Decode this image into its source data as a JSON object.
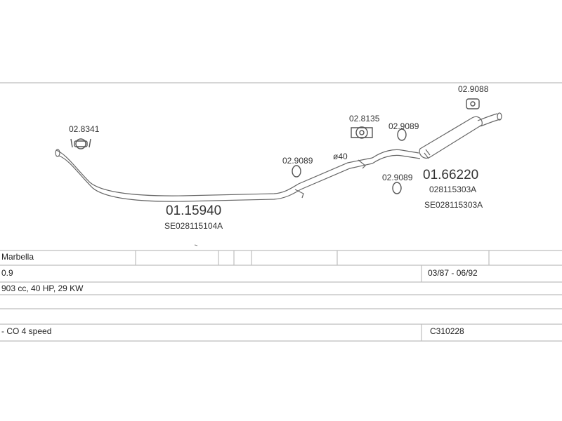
{
  "parts": {
    "front_pipe": {
      "number": "01.15940",
      "ref": "SE028115104A"
    },
    "rear_silencer": {
      "number": "01.66220",
      "ref1": "028115303A",
      "ref2": "SE028115303A"
    },
    "clamp_front": {
      "number": "02.8341"
    },
    "ring_a": {
      "number": "02.9089"
    },
    "diameter": {
      "label": "ø40"
    },
    "clamp_mid": {
      "number": "02.8135"
    },
    "ring_b": {
      "number": "02.9089"
    },
    "ring_c": {
      "number": "02.9089"
    },
    "hanger_rear": {
      "number": "02.9088"
    }
  },
  "vehicle": {
    "model": "Marbella",
    "engine_size": "0.9",
    "years": "03/87 - 06/92",
    "engine_spec": "903 cc, 40 HP, 29 KW",
    "gearbox": "- CO 4 speed",
    "catalog_code": "C310228"
  },
  "colors": {
    "line": "#666666",
    "grid": "#bdbdbd"
  }
}
